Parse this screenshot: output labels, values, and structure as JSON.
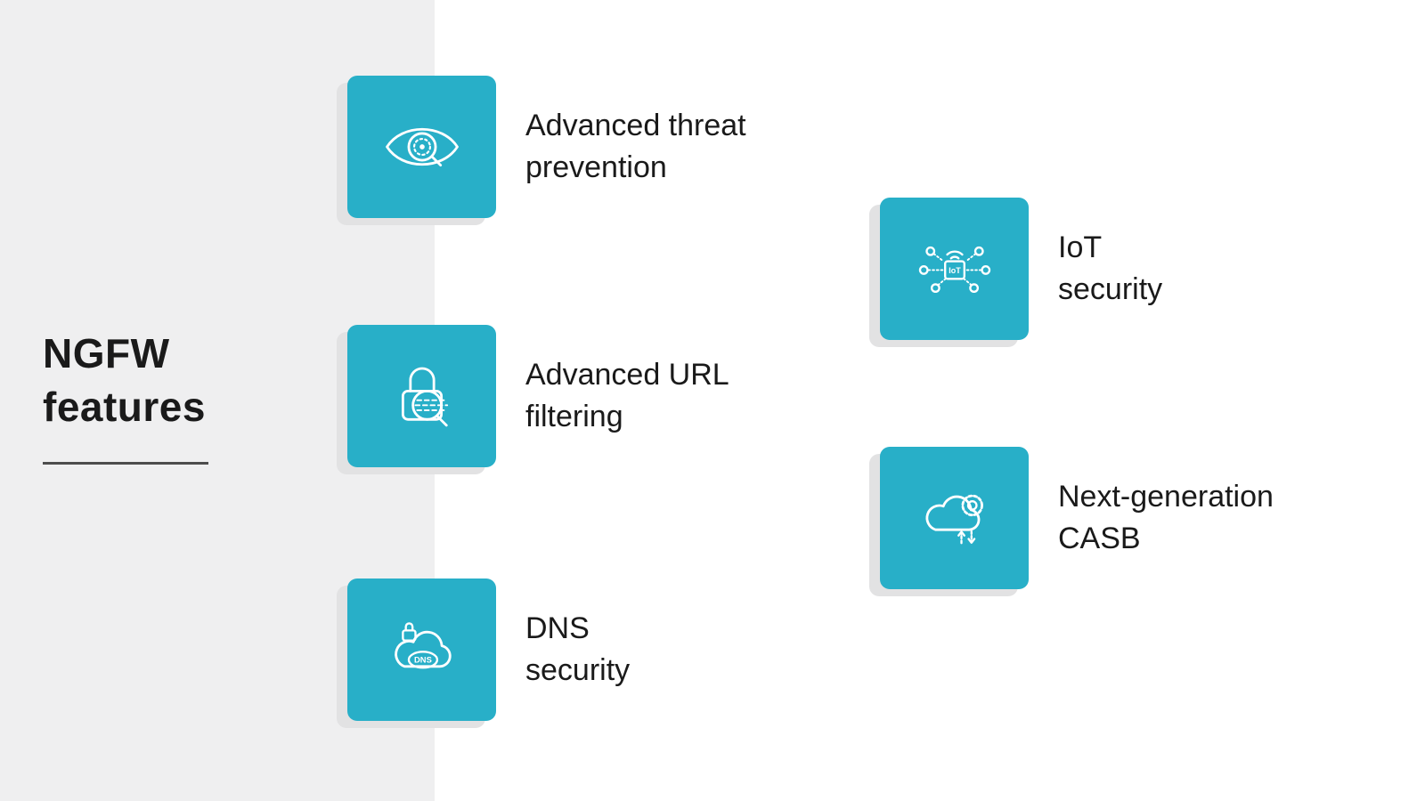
{
  "header": {
    "title": "NGFW\nfeatures"
  },
  "features": [
    {
      "id": "advanced-threat-prevention",
      "label": "Advanced threat\nprevention"
    },
    {
      "id": "advanced-url-filtering",
      "label": "Advanced URL\nfiltering"
    },
    {
      "id": "dns-security",
      "label": "DNS\nsecurity"
    },
    {
      "id": "iot-security",
      "label": "IoT\nsecurity"
    },
    {
      "id": "next-generation-casb",
      "label": "Next-generation\nCASB"
    }
  ],
  "icon_text": {
    "dns": "DNS",
    "iot": "IoT"
  },
  "colors": {
    "tile": "#28afc8",
    "panel": "#efeff0",
    "tile_shadow": "#e2e2e3",
    "text": "#1a1a1a",
    "underline": "#4d4d4d"
  }
}
